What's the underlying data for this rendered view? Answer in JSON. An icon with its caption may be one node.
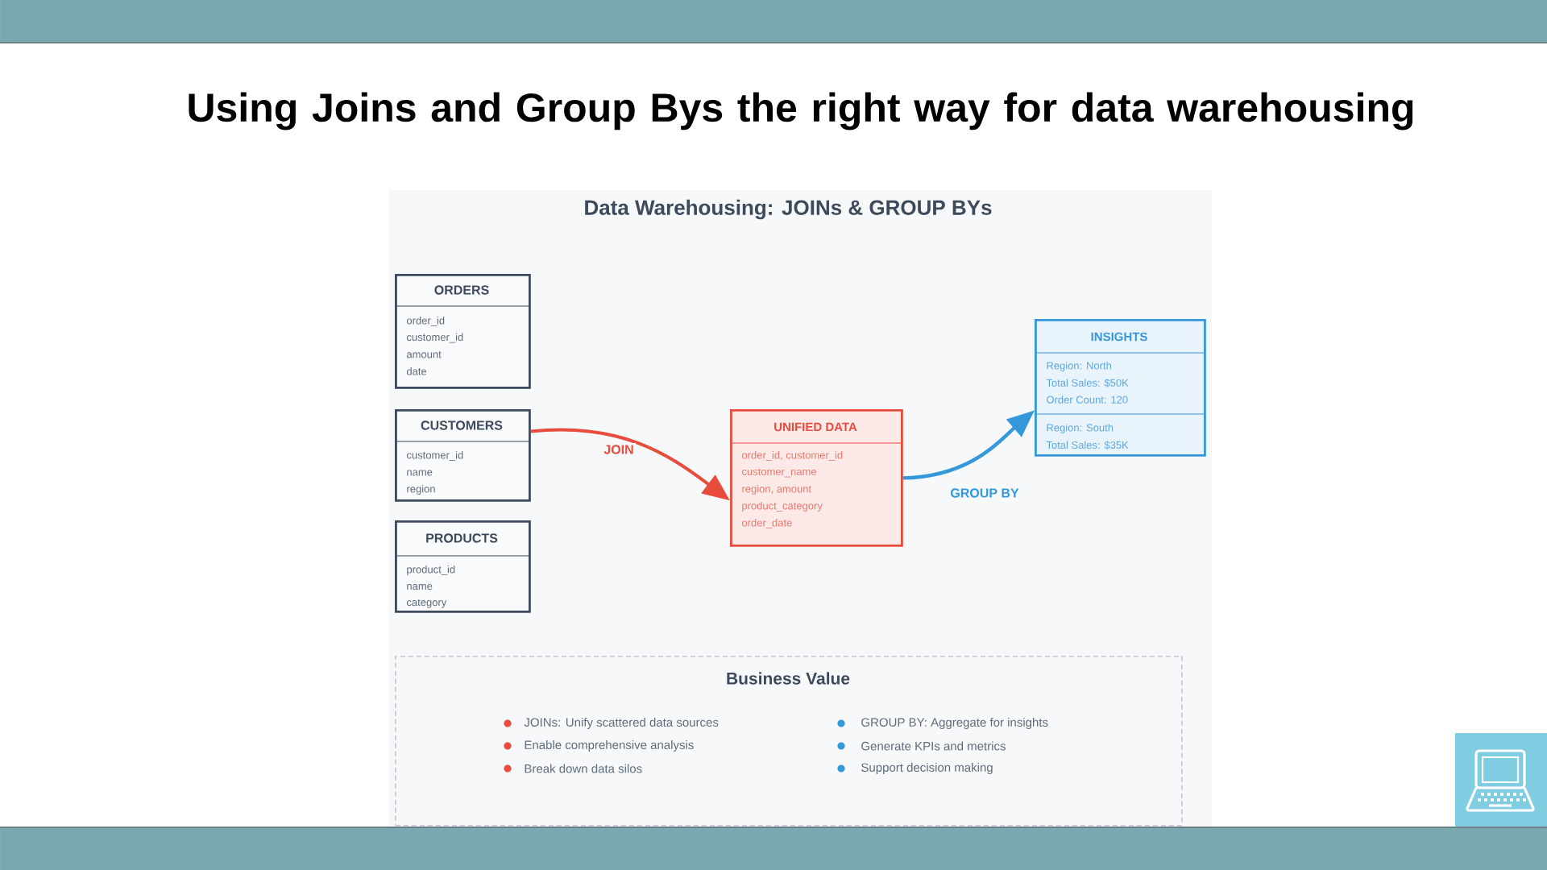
{
  "diagram": {
    "title": "Using Joins and Group Bys the right way for data warehousing",
    "nodes": [
      {
        "text": [
          "ORDERS",
          "order_id",
          "customer_id",
          "amount",
          "date"
        ]
      },
      {
        "text": [
          "CUSTOMERS",
          "customer_id",
          "name",
          "region"
        ]
      },
      {
        "text": [
          "PRODUCTS",
          "product_id",
          "name",
          "category"
        ]
      },
      {
        "text": [
          "UNIFIED DATA",
          "order_id, customer_id",
          "customer_name",
          "region, amount",
          "product_category",
          "order_date"
        ]
      },
      {
        "text": [
          "INSIGHTS",
          "Region: North",
          "Total Sales: $50K",
          "Order Count: 120",
          "Region: South",
          "Total Sales: $35K"
        ]
      },
      {
        "text": [
          "Business Value",
          "JOINs: Unify scattered data sources",
          "Enable comprehensive analysis",
          "Break down data silos",
          "GROUP BY: Aggregate for insights",
          "Generate KPIs and metrics",
          "Support decision making"
        ]
      }
    ],
    "edges": [
      {
        "from": 1,
        "to": 3,
        "arrow": "to",
        "label": "JOIN",
        "color": "#e74c3c"
      },
      {
        "from": 3,
        "to": 4,
        "arrow": "to",
        "label": "GROUP BY",
        "color": "#3498db"
      }
    ],
    "labels": [
      "Data Warehousing: JOINs & GROUP BYs"
    ]
  }
}
